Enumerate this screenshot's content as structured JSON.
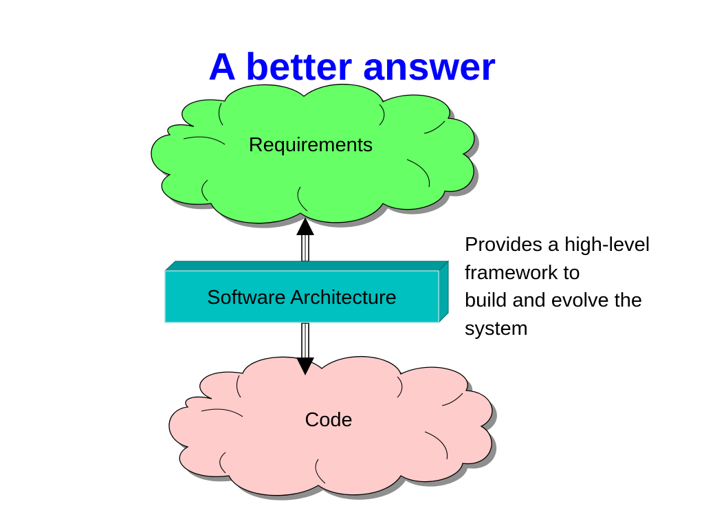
{
  "slide": {
    "title": "A better answer",
    "title_color": "#0000ff"
  },
  "diagram": {
    "top_cloud": {
      "label": "Requirements",
      "fill": "#66ff66"
    },
    "middle_box": {
      "label": "Software Architecture",
      "fill": "#00c0c0"
    },
    "bottom_cloud": {
      "label": "Code",
      "fill": "#ffcccc"
    },
    "arrows": {
      "direction": "bidirectional",
      "icon": "double-headed-arrow"
    },
    "note_lines": [
      "Provides a high-level",
      "framework to",
      "build and evolve the",
      "system"
    ]
  }
}
